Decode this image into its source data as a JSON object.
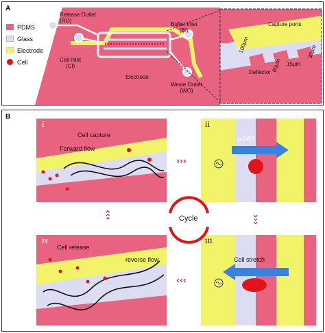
{
  "panel_a": {
    "label": "A",
    "legend": [
      {
        "text": "PDMS",
        "color": "#e8637f"
      },
      {
        "text": "Glass",
        "color": "#dcdcf2"
      },
      {
        "text": "Electrode",
        "color": "#f3f36a"
      },
      {
        "text": "Cell",
        "color": "#e0151a"
      }
    ],
    "labels": {
      "release_outlet": "Release Outlet",
      "ro": "(RO)",
      "cell_inlet": "Cell Inlet",
      "ci": "(CI)",
      "buffer_inlet": "Buffer Inlet",
      "bi": "(BI)",
      "electrode": "Electrode",
      "waste_outlet": "Waste Outlet",
      "wo": "(WO)",
      "capture_ports": "Capture ports",
      "deflector": "Deflector",
      "d100": "100μm",
      "d60": "60μm",
      "d15": "15μm",
      "d30": "30μm"
    }
  },
  "panel_b": {
    "label": "B",
    "steps": {
      "i": "i",
      "ii": "ii",
      "iii": "iii",
      "iv": "iv"
    },
    "labels": {
      "cell_capture": "Cell capture",
      "forward_flow": "Forward flow",
      "p_dep": "p-DEP",
      "cycle": "Cycle",
      "cell_release": "Cell release",
      "reverse_flow": "reverse flow",
      "cell_stretch": "Cell stretch"
    }
  }
}
